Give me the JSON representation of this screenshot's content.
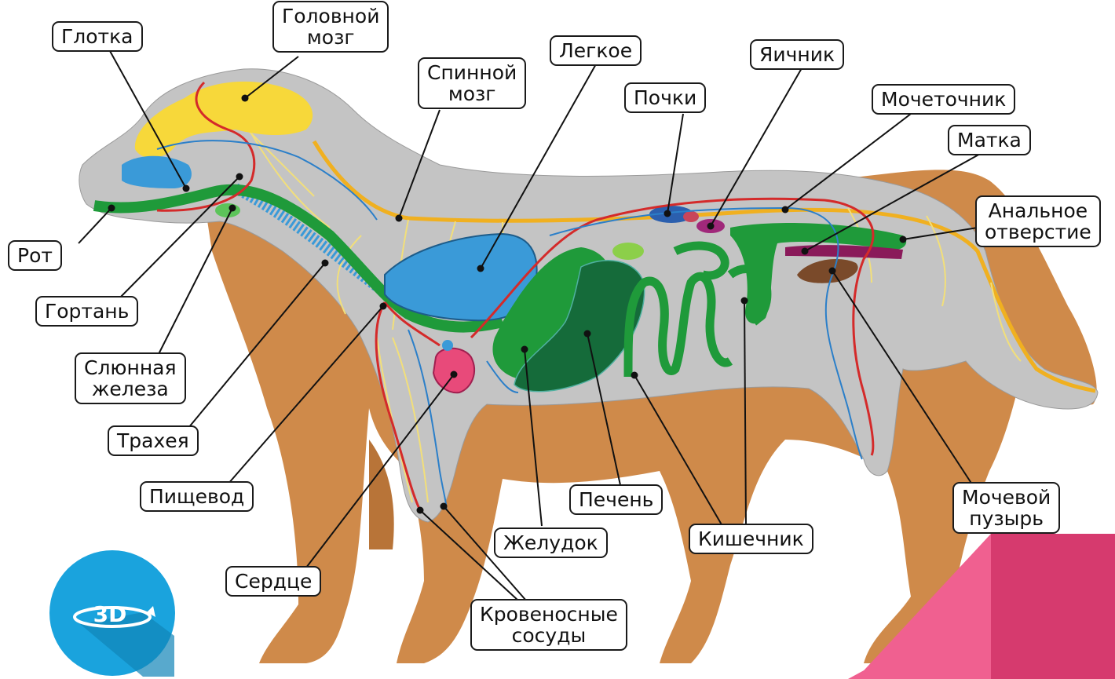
{
  "labels": {
    "pharynx": "Глотка",
    "brain": "Головной\nмозг",
    "spinal_cord": "Спинной\nмозг",
    "lung": "Легкое",
    "kidneys": "Почки",
    "ovary": "Яичник",
    "ureter": "Мочеточник",
    "uterus": "Матка",
    "anus": "Анальное\nотверстие",
    "mouth": "Рот",
    "larynx": "Гортань",
    "salivary_gland": "Слюнная\nжелеза",
    "trachea": "Трахея",
    "esophagus": "Пищевод",
    "heart": "Сердце",
    "stomach": "Желудок",
    "liver": "Печень",
    "intestine": "Кишечник",
    "bladder": "Мочевой\nпузырь",
    "vessels": "Кровеносные\nсосуды"
  },
  "badge": {
    "text": "3D",
    "icon": "rotate-3d-icon",
    "color": "#1aa3dd"
  },
  "colors": {
    "brain": "#f7d83a",
    "digestive": "#1f9a3a",
    "lung": "#3a9ad8",
    "heart": "#e84a7a",
    "artery": "#d42a2a",
    "vein": "#2b7fc9",
    "nerve": "#f2df7a",
    "spine": "#f0b020",
    "fur": "#cf8a4a",
    "body": "#c4c4c4",
    "corner_pink": "#f06090",
    "corner_deep": "#d63a6e"
  }
}
